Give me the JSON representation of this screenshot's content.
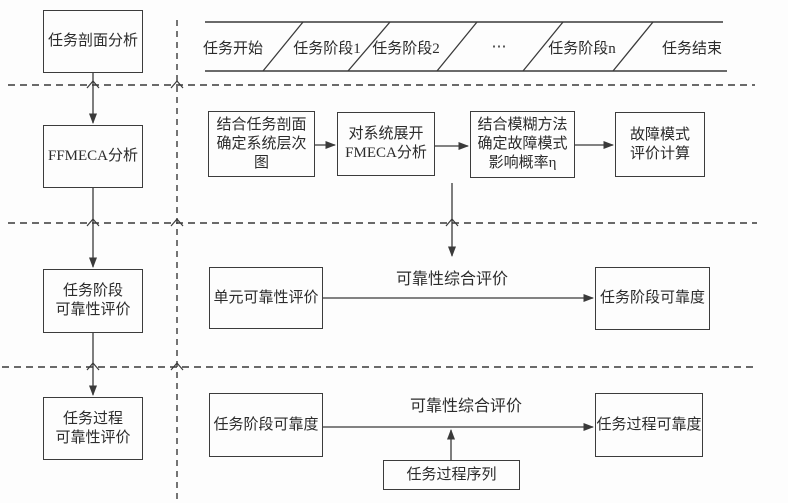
{
  "diagram": {
    "left_column": {
      "task_profile": "任务剖面分析",
      "ffmeca": "FFMECA分析",
      "phase_reliability": "任务阶段\n可靠性评价",
      "process_reliability": "任务过程\n可靠性评价"
    },
    "timeline": {
      "start": "任务开始",
      "phase1": "任务阶段1",
      "phase2": "任务阶段2",
      "ellipsis": "⋯",
      "phase_n": "任务阶段n",
      "end": "任务结束"
    },
    "fmeca_row": {
      "step1": "结合任务剖面\n确定系统层次\n图",
      "step2": "对系统展开\nFMECA分析",
      "step3": "结合模糊方法\n确定故障模式\n影响概率η",
      "step4": "故障模式\n评价计算"
    },
    "phase_row": {
      "input": "单元可靠性评价",
      "label": "可靠性综合评价",
      "output": "任务阶段可靠度"
    },
    "process_row": {
      "input": "任务阶段可靠度",
      "label": "可靠性综合评价",
      "output": "任务过程可靠度",
      "sequence": "任务过程序列"
    },
    "colors": {
      "line": "#3a3a3a",
      "background": "#fdfdfd"
    }
  }
}
